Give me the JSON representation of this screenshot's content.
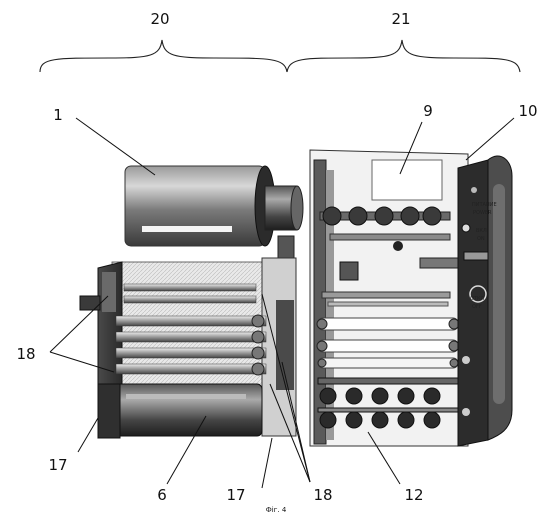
{
  "figure": {
    "caption": "Фіг. 4",
    "labels": {
      "l20": "20",
      "l21": "21",
      "l1": "1",
      "l9": "9",
      "l10": "10",
      "l18_left": "18",
      "l17_left": "17",
      "l6": "6",
      "l17_bottom": "17",
      "l18_bottom": "18",
      "l12": "12"
    },
    "panel_text": {
      "p1": "ПИТАНИЕ",
      "p2": "POWER",
      "p3": "ВКЛ",
      "p4": "ON",
      "p5": "ОТКЛ",
      "p6": "OFF"
    }
  }
}
